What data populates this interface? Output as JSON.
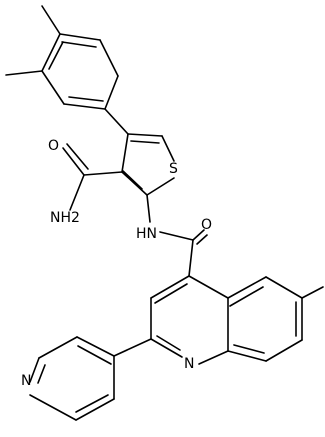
{
  "molecule": {
    "atom_labels": {
      "sulfur": "S",
      "carbamoyl_nitrogen": "NH2",
      "amide_nh": "HN",
      "amide_oxygen": "O",
      "quinoline_nitrogen": "N",
      "pyridine_nitrogen": "N"
    }
  }
}
